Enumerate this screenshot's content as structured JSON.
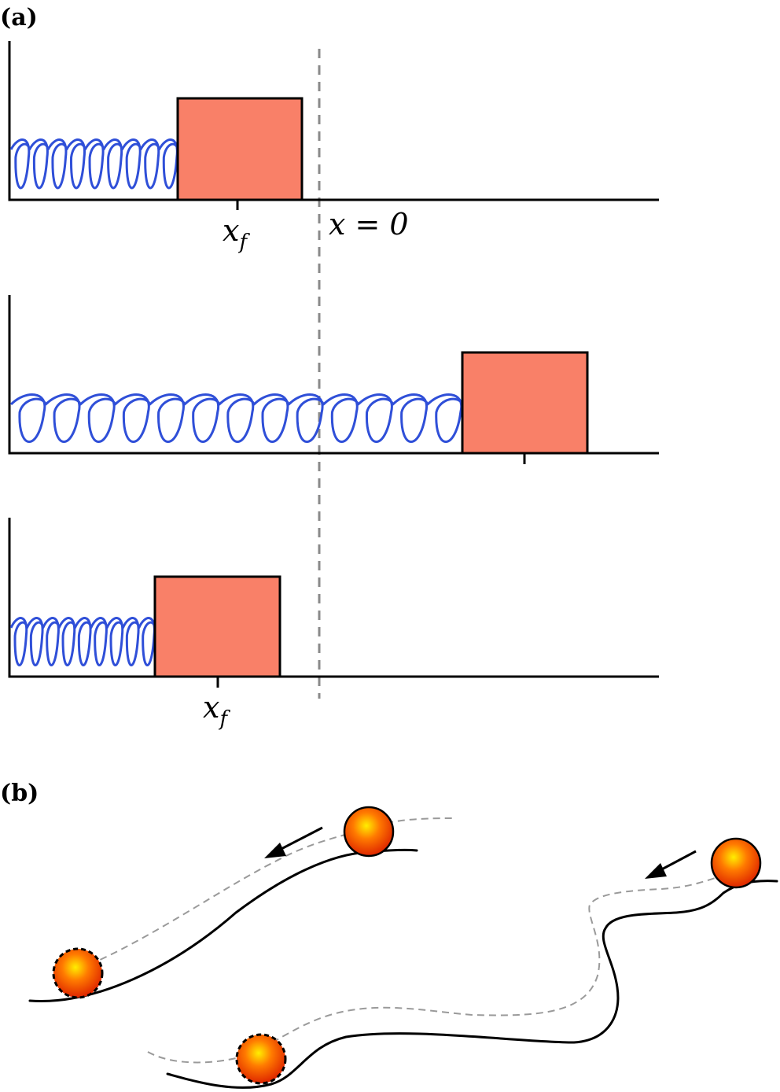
{
  "panels": {
    "a": {
      "label": "(a)"
    },
    "b": {
      "label": "(b)"
    }
  },
  "labels": {
    "xf_main": "x",
    "xf_sub": "f",
    "x_zero": "x = 0"
  },
  "colors": {
    "block_fill": "#f98068",
    "spring": "#2f4fd8",
    "guide": "#8a8a8a",
    "ball_core": "#ffee00",
    "ball_edge": "#e02a00"
  }
}
